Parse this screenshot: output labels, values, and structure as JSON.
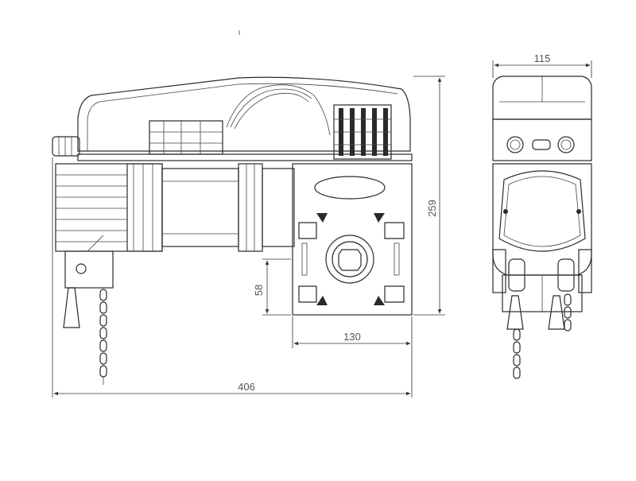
{
  "dimensions": {
    "overall_length": "406",
    "height": "259",
    "gearbox_width": "130",
    "shaft_offset": "58",
    "side_width": "115"
  },
  "colors": {
    "line": "#2a2a2a",
    "dimension_text": "#555555",
    "background": "#ffffff"
  }
}
